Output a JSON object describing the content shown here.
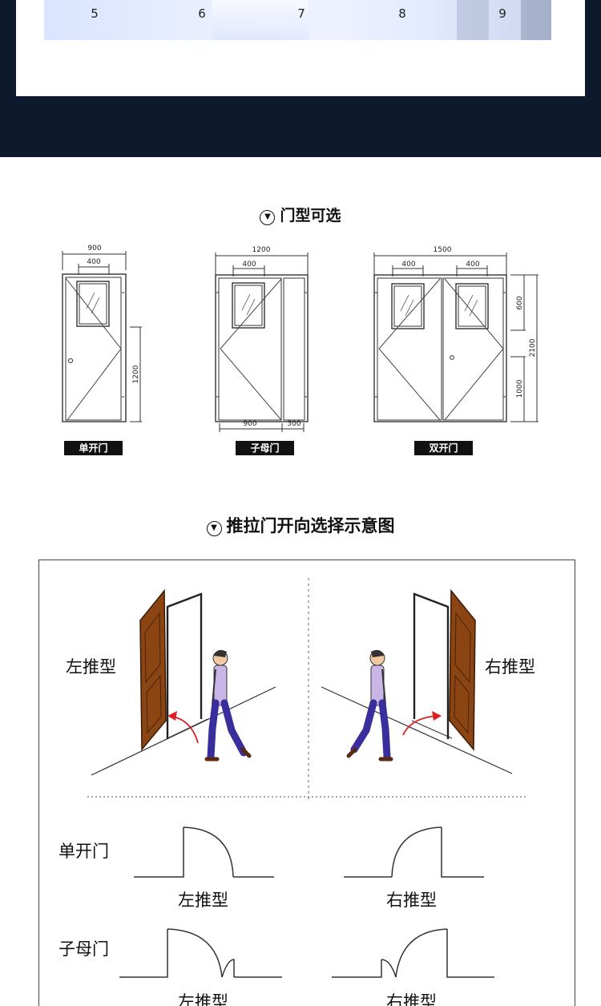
{
  "banner": {
    "numbers": [
      "5",
      "6",
      "7",
      "8",
      "9"
    ]
  },
  "door_types": {
    "title": "门型可选",
    "title_icon": "chevron-down-circle-icon",
    "single": {
      "label": "单开门",
      "width": "900",
      "window": "400",
      "height": "1200"
    },
    "mother_child": {
      "label": "子母门",
      "width": "1200",
      "window": "400",
      "main_leaf": "900",
      "child_leaf": "300"
    },
    "double": {
      "label": "双开门",
      "width": "1500",
      "window_left": "400",
      "window_right": "400",
      "height_total": "2100",
      "height_top": "600",
      "height_bottom": "1000"
    }
  },
  "push_direction": {
    "title": "推拉门开向选择示意图",
    "title_icon": "chevron-down-circle-icon",
    "left_push": "左推型",
    "right_push": "右推型",
    "single_door": "单开门",
    "mother_child_door": "子母门",
    "single_left": "左推型",
    "single_right": "右推型",
    "mc_left": "左推型",
    "mc_right": "右推型",
    "colors": {
      "door": "#8b4513",
      "arrow": "#e02020",
      "shirt": "#c9b6e6",
      "pants": "#3a2d9c"
    }
  }
}
